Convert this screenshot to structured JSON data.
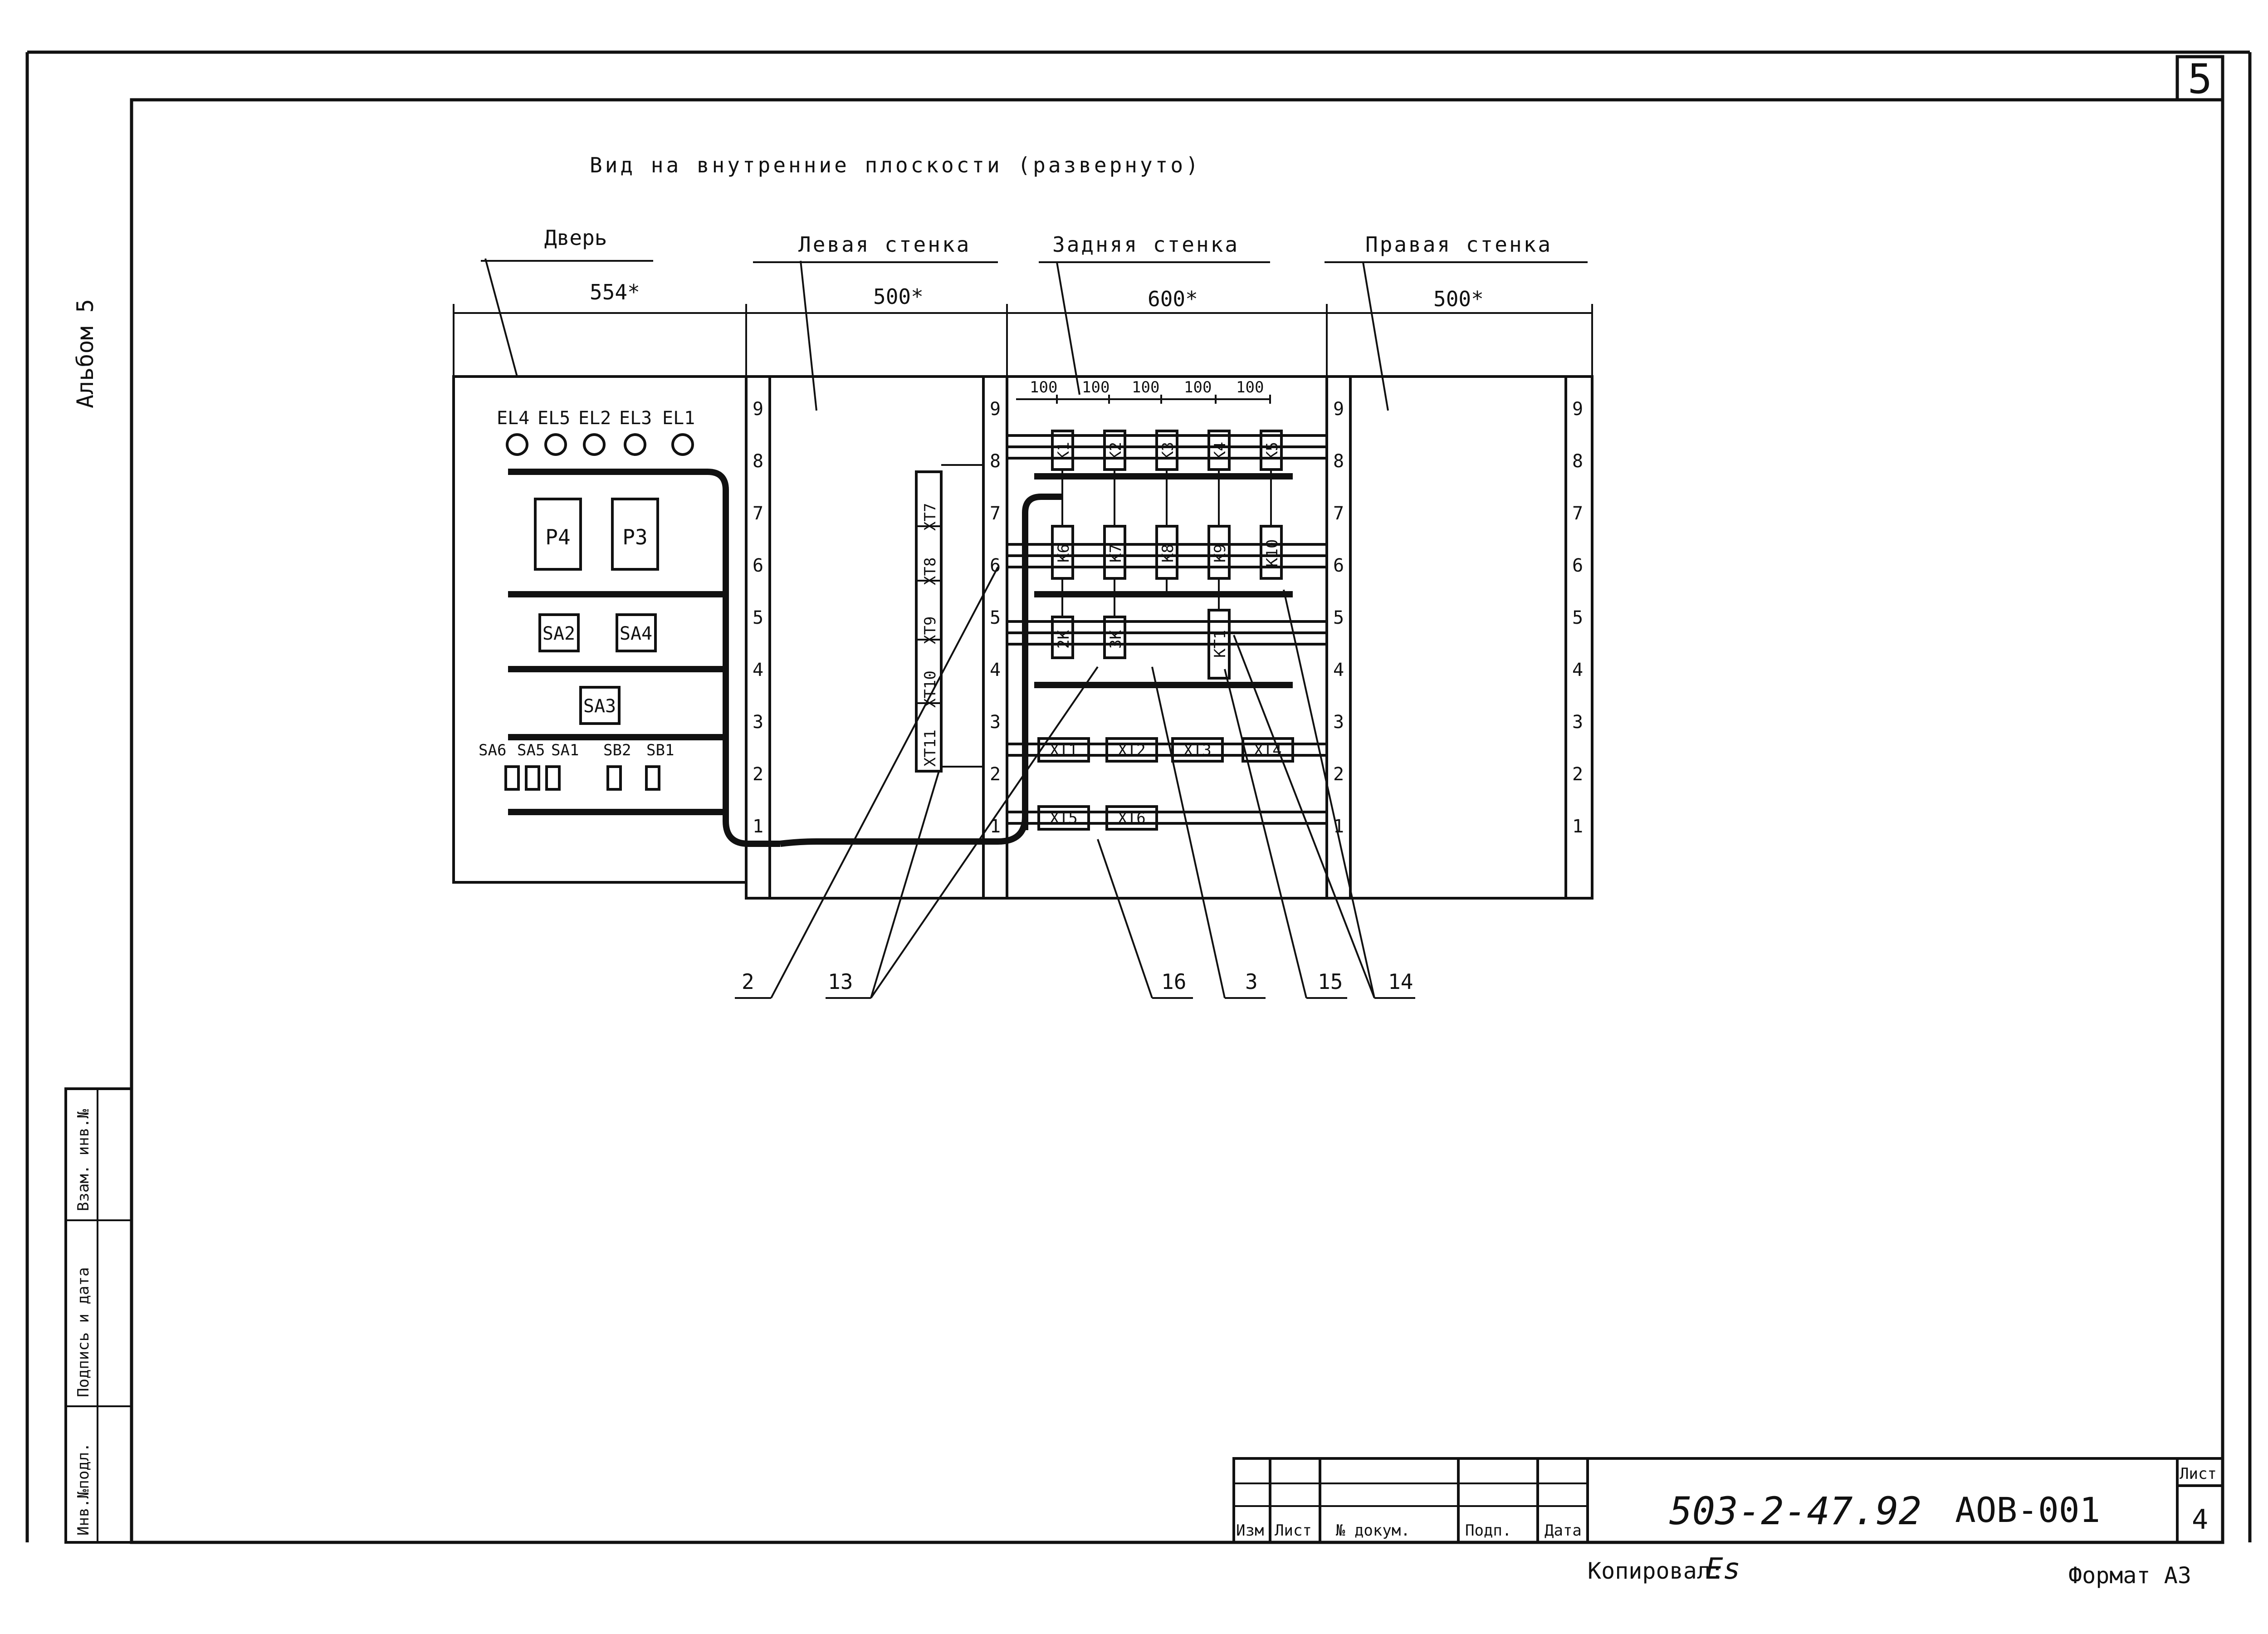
{
  "sheet_corner_number": "5",
  "side_album_label": "Альбом 5",
  "title": "Вид на внутренние плоскости (развернуто)",
  "panels": {
    "door": {
      "label": "Дверь",
      "dim": "554*"
    },
    "left": {
      "label": "Левая стенка",
      "dim": "500*"
    },
    "back": {
      "label": "Задняя стенка",
      "dim": "600*"
    },
    "right": {
      "label": "Правая стенка",
      "dim": "500*"
    }
  },
  "door_items": {
    "lamps": [
      "EL4",
      "EL5",
      "EL2",
      "EL3",
      "EL1"
    ],
    "relays": [
      "P4",
      "P3"
    ],
    "switches_row1": [
      "SA2",
      "SA4"
    ],
    "switch_mid": "SA3",
    "bottom_labels": [
      "SA6",
      "SA5",
      "SA1",
      "SB2",
      "SB1"
    ]
  },
  "spacing_label": "100",
  "rail_numbers": [
    "9",
    "8",
    "7",
    "6",
    "5",
    "4",
    "3",
    "2",
    "1"
  ],
  "back_wall": {
    "row1": [
      "K1",
      "K2",
      "K3",
      "K4",
      "K5"
    ],
    "row2": [
      "K6",
      "K7",
      "K8",
      "K9",
      "K10"
    ],
    "row3": [
      "2K",
      "3K",
      "KT1"
    ],
    "terminals_row1": [
      "XT1",
      "XT2",
      "XT3",
      "XT4"
    ],
    "terminals_row2": [
      "XT5",
      "XT6"
    ]
  },
  "left_wall_terminals": [
    "XT11",
    "XT10",
    "XT9",
    "XT8",
    "XT7"
  ],
  "callouts": [
    "2",
    "13",
    "16",
    "3",
    "15",
    "14"
  ],
  "title_block": {
    "cols": [
      "Изм",
      "Лист",
      "№ докум.",
      "Подп.",
      "Дата"
    ],
    "doc_number": "503-2-47.92",
    "doc_code": "АОВ-001",
    "sheet_label": "Лист",
    "sheet_number": "4"
  },
  "left_stamp": [
    "Инв.№подл.",
    "Подпись и дата",
    "Взам. инв.№"
  ],
  "footer": {
    "copied": "Копировал:",
    "copied_sign": "Es",
    "format": "Формат А3"
  }
}
